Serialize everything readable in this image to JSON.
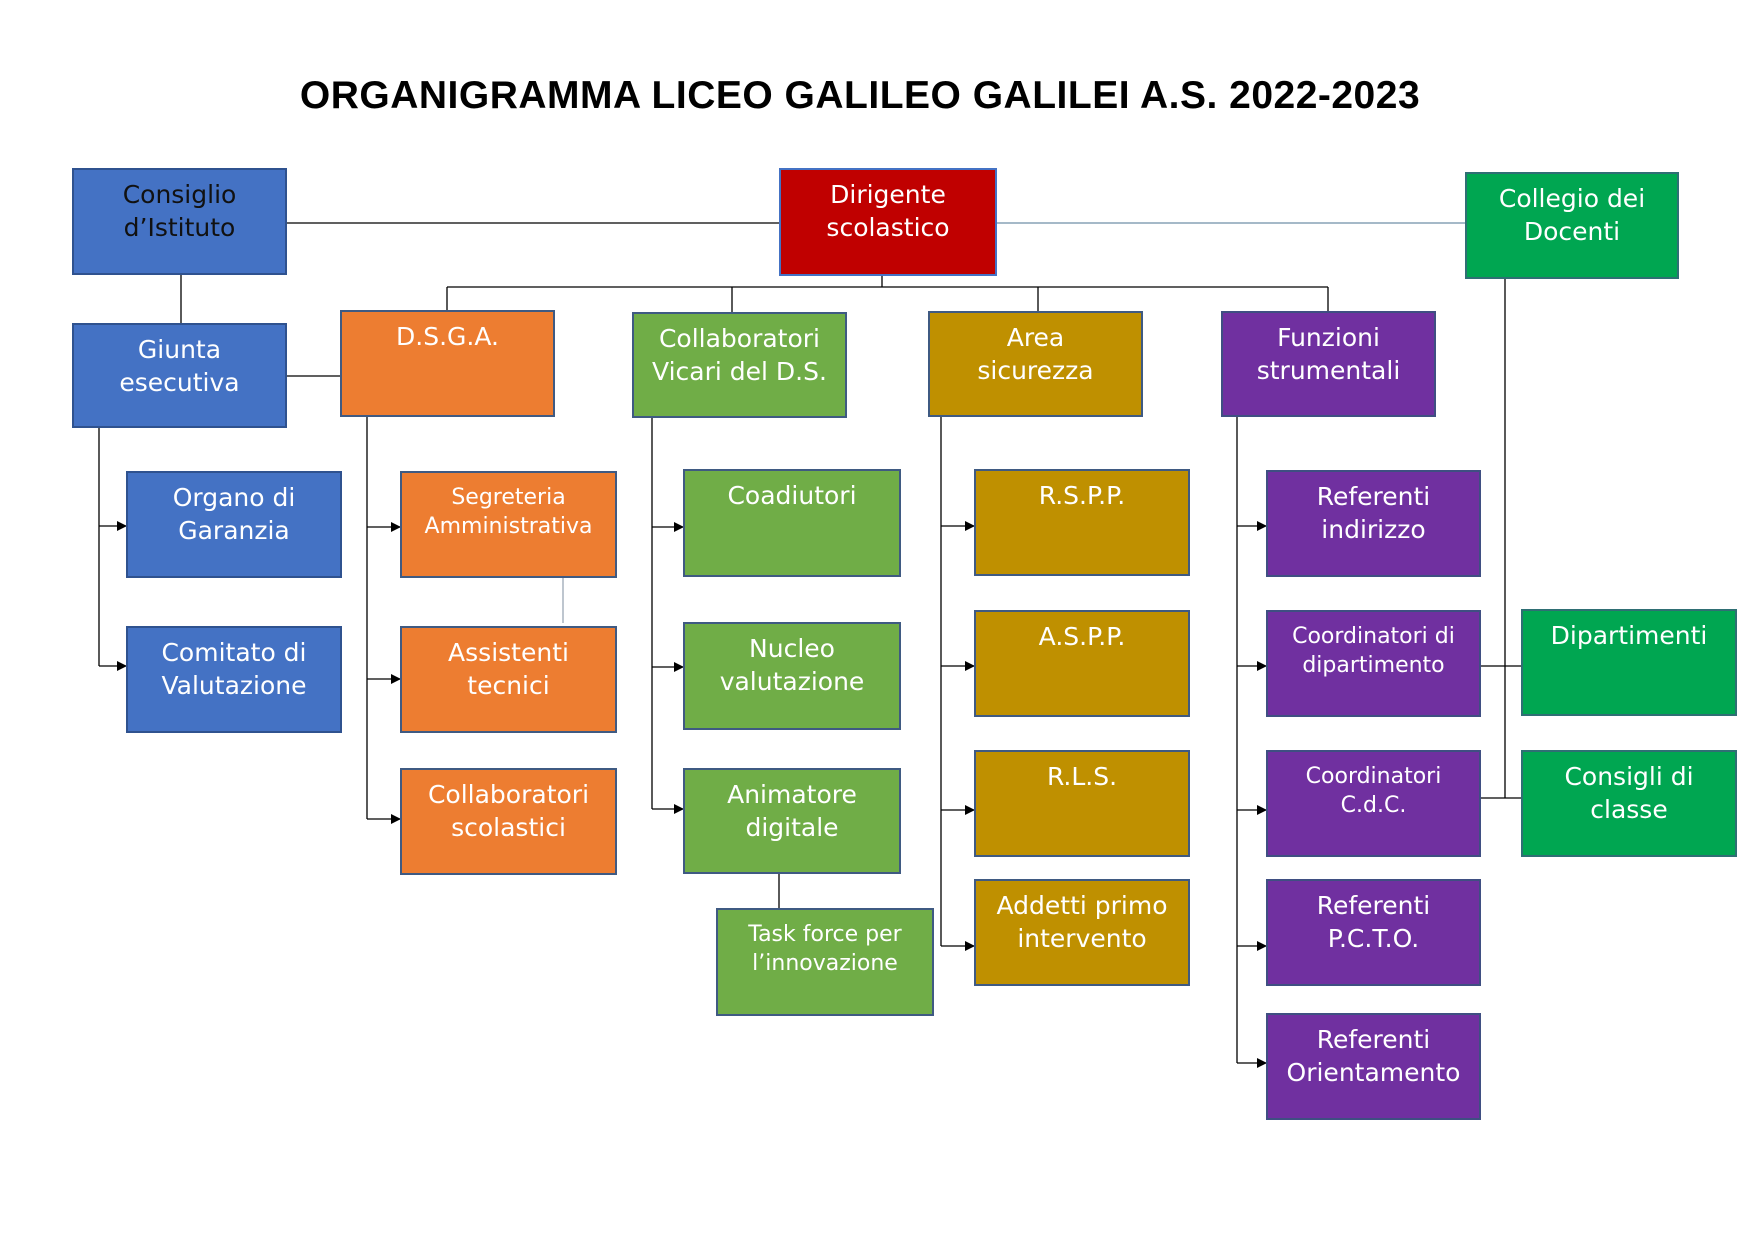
{
  "title": "ORGANIGRAMMA LICEO GALILEO GALILEI A.S. 2022-2023",
  "colors": {
    "blue": "#4472C4",
    "red": "#C00000",
    "green": "#00A651",
    "orange": "#ED7D31",
    "light_green": "#70AD47",
    "gold": "#BF9000",
    "purple": "#7030A0"
  },
  "top": {
    "consiglio": "Consiglio\nd’Istituto",
    "dirigente": "Dirigente\nscolastico",
    "collegio": "Collegio dei\nDocenti"
  },
  "blue_branch": {
    "giunta": "Giunta\nesecutiva",
    "organo": "Organo di\nGaranzia",
    "comitato": "Comitato di\nValutazione"
  },
  "dsga_branch": {
    "head": "D.S.G.A.",
    "segreteria": "Segreteria\nAmministrativa",
    "assistenti": "Assistenti\ntecnici",
    "collaboratori": "Collaboratori\nscolastici"
  },
  "vicari_branch": {
    "head": "Collaboratori\nVicari del D.S.",
    "coadiutori": "Coadiutori",
    "nucleo": "Nucleo\nvalutazione",
    "animatore": "Animatore\ndigitale",
    "task_force": "Task force per\nl’innovazione"
  },
  "sicurezza_branch": {
    "head": "Area\nsicurezza",
    "rspp": "R.S.P.P.",
    "aspp": "A.S.P.P.",
    "rls": "R.L.S.",
    "addetti": "Addetti primo\nintervento"
  },
  "funzioni_branch": {
    "head": "Funzioni\nstrumentali",
    "ref_indirizzo": "Referenti\nindirizzo",
    "coord_dipartimento": "Coordinatori di\ndipartimento",
    "coord_cdc": "Coordinatori\nC.d.C.",
    "ref_pcto": "Referenti\nP.C.T.O.",
    "ref_orientamento": "Referenti\nOrientamento"
  },
  "collegio_branch": {
    "dipartimenti": "Dipartimenti",
    "consigli": "Consigli di\nclasse"
  }
}
